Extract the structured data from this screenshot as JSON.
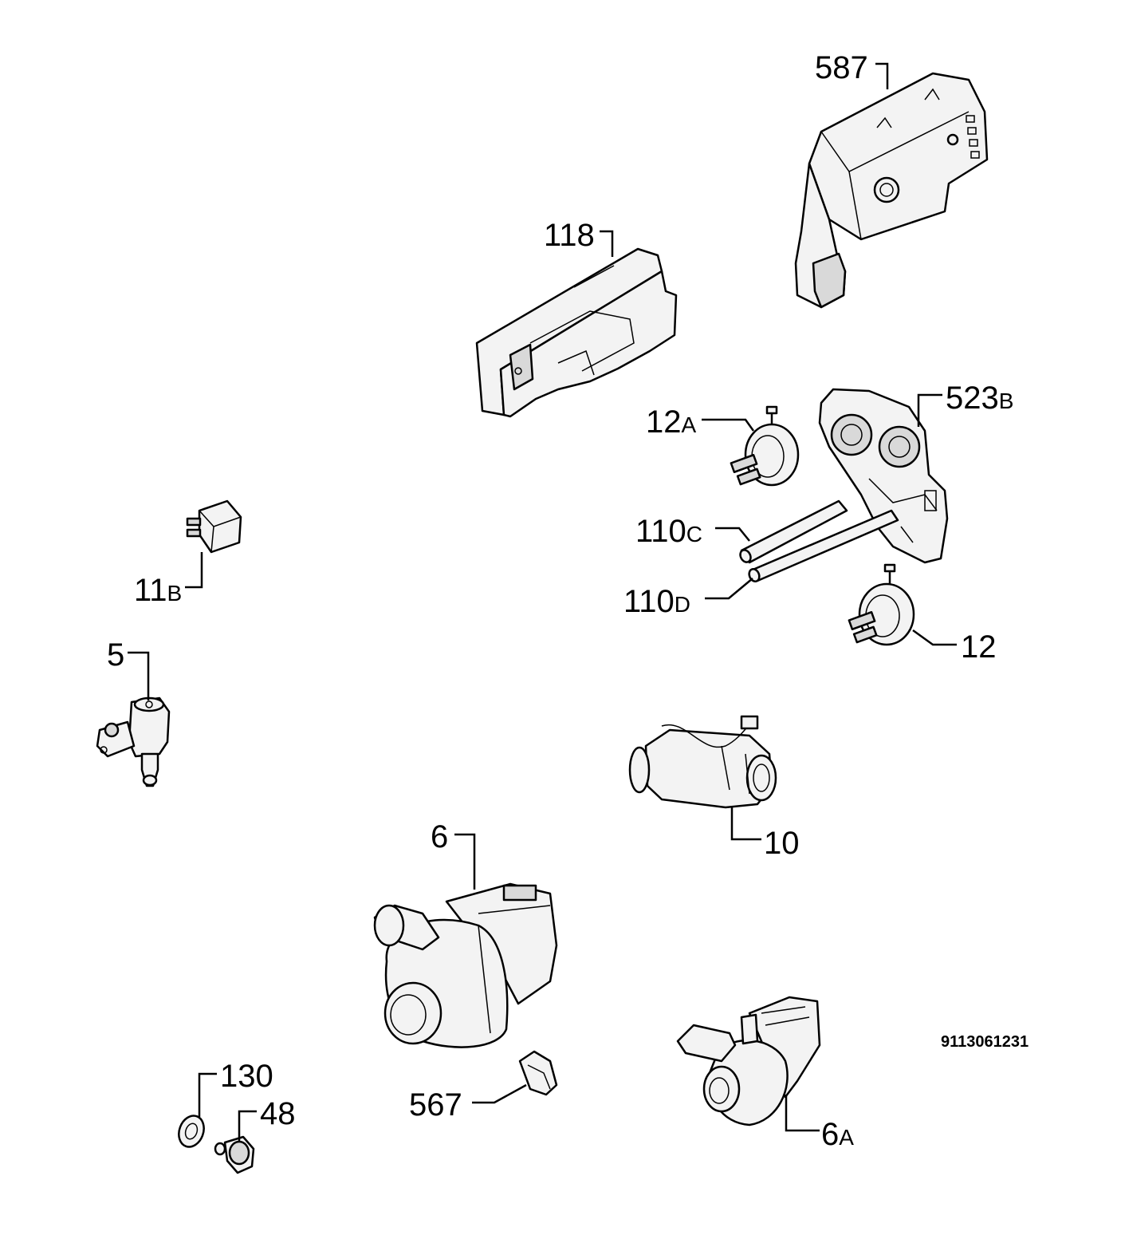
{
  "document_number": "9113061231",
  "callouts": [
    {
      "id": "587",
      "number": "587",
      "suffix": ""
    },
    {
      "id": "118",
      "number": "118",
      "suffix": ""
    },
    {
      "id": "523B",
      "number": "523",
      "suffix": "B"
    },
    {
      "id": "12A",
      "number": "12",
      "suffix": "A"
    },
    {
      "id": "110C",
      "number": "110",
      "suffix": "C"
    },
    {
      "id": "110D",
      "number": "110",
      "suffix": "D"
    },
    {
      "id": "12",
      "number": "12",
      "suffix": ""
    },
    {
      "id": "11B",
      "number": "11",
      "suffix": "B"
    },
    {
      "id": "5",
      "number": "5",
      "suffix": ""
    },
    {
      "id": "10",
      "number": "10",
      "suffix": ""
    },
    {
      "id": "6",
      "number": "6",
      "suffix": ""
    },
    {
      "id": "6A",
      "number": "6",
      "suffix": "A"
    },
    {
      "id": "567",
      "number": "567",
      "suffix": ""
    },
    {
      "id": "130",
      "number": "130",
      "suffix": ""
    },
    {
      "id": "48",
      "number": "48",
      "suffix": ""
    }
  ]
}
